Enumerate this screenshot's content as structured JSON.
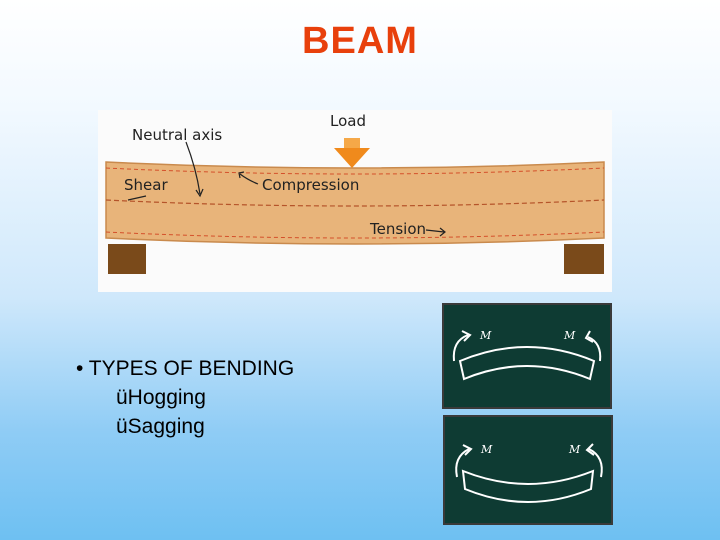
{
  "slide": {
    "title": "BEAM"
  },
  "beam_diagram": {
    "labels": {
      "neutral_axis": "Neutral axis",
      "load": "Load",
      "shear": "Shear",
      "compression": "Compression",
      "tension": "Tension"
    },
    "colors": {
      "beam": "#e8b47a",
      "support": "#7a4a1a",
      "load_arrow": "#f08a1c",
      "dashed_lines": "#d4502a"
    }
  },
  "bullets": {
    "heading": "• TYPES OF BENDING",
    "items": [
      "üHogging",
      "üSagging"
    ]
  },
  "bending_panels": {
    "hogging": {
      "moment_left": "M",
      "moment_right": "M"
    },
    "sagging": {
      "moment_left": "M",
      "moment_right": "M"
    },
    "colors": {
      "panel": "#0e3b33",
      "strokes": "#ffffff"
    }
  }
}
